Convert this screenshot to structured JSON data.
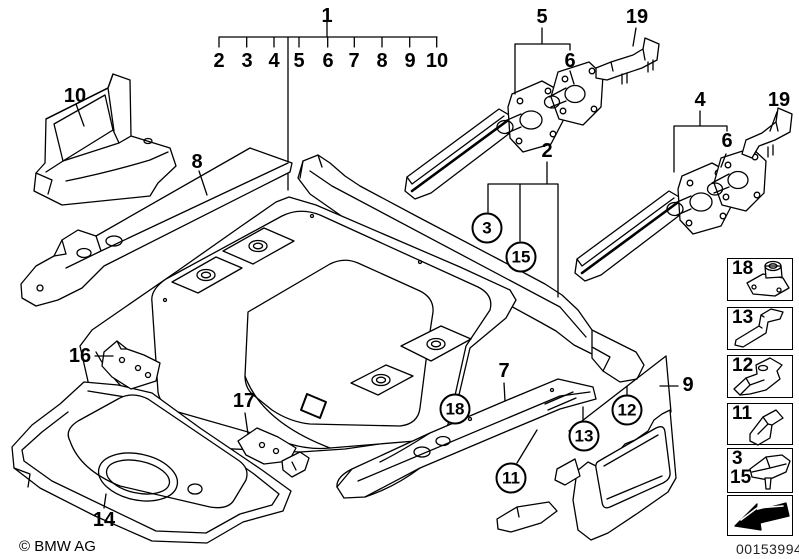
{
  "diagram": {
    "copyright": "© BMW AG",
    "part_number": "00153994",
    "legend": {
      "parent": "1",
      "children": [
        "2",
        "3",
        "4",
        "5",
        "6",
        "7",
        "8",
        "9",
        "10"
      ]
    },
    "callouts": {
      "p10": "10",
      "p8": "8",
      "p16": "16",
      "p17": "17",
      "p14": "14",
      "p5": "5",
      "p6_left": "6",
      "p19_left": "19",
      "p2": "2",
      "p4": "4",
      "p6_right": "6",
      "p19_right": "19",
      "p7": "7",
      "p9": "9",
      "c3": "3",
      "c15": "15",
      "c18": "18",
      "c11": "11",
      "c13": "13",
      "c12": "12"
    },
    "part_boxes": [
      {
        "label": "18"
      },
      {
        "label": "13"
      },
      {
        "label": "12"
      },
      {
        "label": "11"
      },
      {
        "label": "3",
        "sublabel": "15"
      },
      {
        "label": "",
        "icon": "direction-arrow"
      }
    ]
  }
}
